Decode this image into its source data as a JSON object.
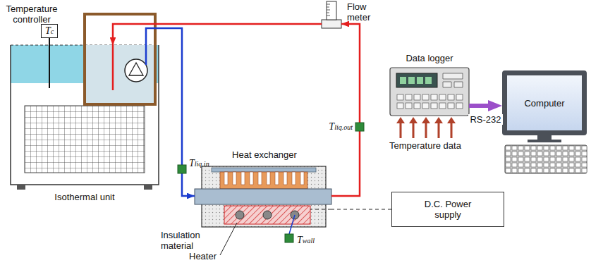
{
  "diagram": {
    "nodes": [
      {
        "text": [
          "Temperature controller",
          "Tc"
        ]
      },
      {
        "text": [
          "Isothermal unit"
        ]
      },
      {
        "text": [
          "Flow meter"
        ]
      },
      {
        "text": [
          "Heat exchanger"
        ]
      },
      {
        "text": [
          "Data logger"
        ]
      },
      {
        "text": [
          "Computer"
        ]
      },
      {
        "text": [
          "D.C. Power supply"
        ]
      }
    ],
    "edges": [
      {
        "from": 1,
        "to": 3,
        "arrow": "to"
      },
      {
        "from": 3,
        "to": 2,
        "arrow": "to"
      },
      {
        "from": 2,
        "to": 1,
        "arrow": "to"
      },
      {
        "from": 0,
        "to": 1,
        "arrow": "none"
      },
      {
        "from": 4,
        "to": 5,
        "arrow": "to",
        "label": "RS-232"
      },
      {
        "from": 6,
        "to": 3,
        "arrow": "none"
      }
    ],
    "labels": [
      "Tliq.in",
      "Tliq.out",
      "Twall",
      "Temperature data",
      "Insulation material",
      "Heater"
    ]
  }
}
